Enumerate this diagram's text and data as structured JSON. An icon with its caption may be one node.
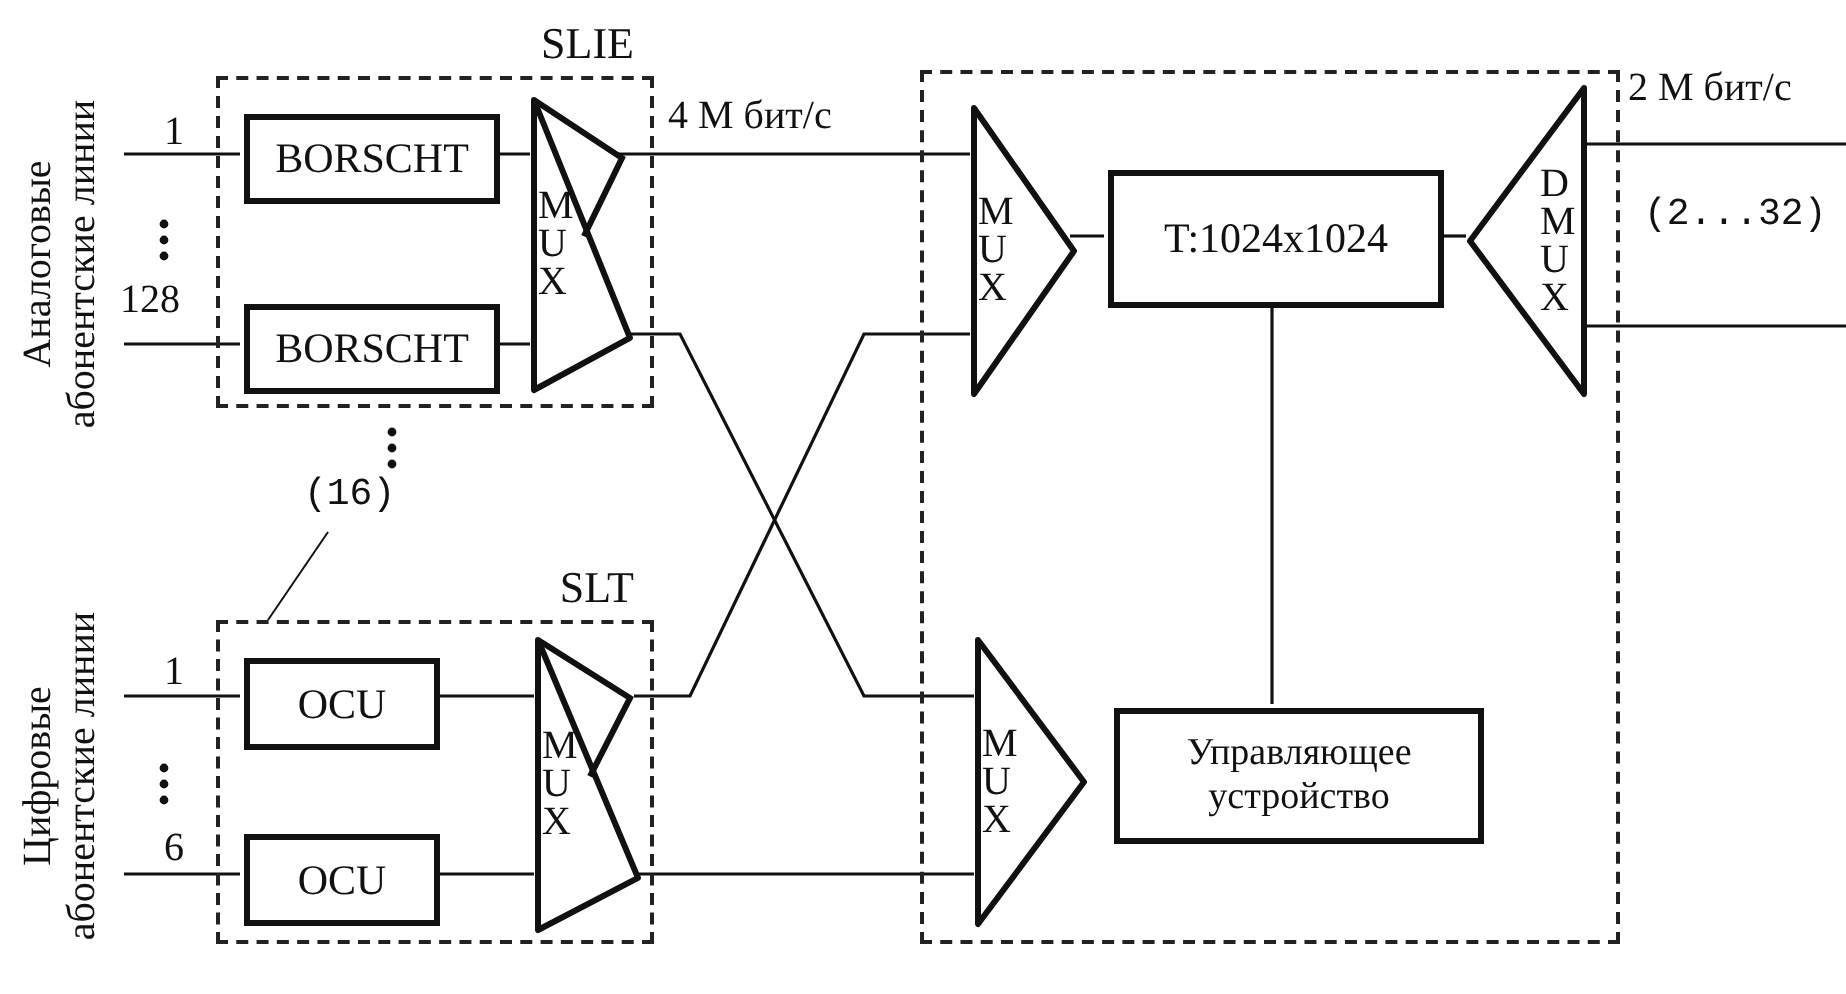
{
  "diagram": {
    "nodes": [
      {
        "text": [
          "SLIE"
        ]
      },
      {
        "text": [
          "BORSCHT"
        ],
        "in": 0
      },
      {
        "text": [
          "BORSCHT"
        ],
        "in": 0
      },
      {
        "text": [
          "MUX"
        ],
        "in": 0
      },
      {
        "text": [
          "SLT"
        ]
      },
      {
        "text": [
          "OCU"
        ],
        "in": 4
      },
      {
        "text": [
          "OCU"
        ],
        "in": 4
      },
      {
        "text": [
          "MUX"
        ],
        "in": 4
      },
      {
        "text": [],
        "shape": "box"
      },
      {
        "text": [
          "MUX"
        ],
        "in": 8
      },
      {
        "text": [
          "T:1024x1024"
        ],
        "in": 8
      },
      {
        "text": [
          "DMUX"
        ],
        "in": 8
      },
      {
        "text": [
          "MUX"
        ],
        "in": 8
      },
      {
        "text": [
          "Управляющее устройство"
        ],
        "in": 8
      },
      {
        "text": [
          "(16)"
        ]
      }
    ],
    "edges": [
      {
        "from": null,
        "to": 1,
        "arrow": "none"
      },
      {
        "from": null,
        "to": 2,
        "arrow": "none"
      },
      {
        "from": 1,
        "to": 3,
        "arrow": "none"
      },
      {
        "from": 2,
        "to": 3,
        "arrow": "none"
      },
      {
        "from": 3,
        "to": 9,
        "arrow": "none"
      },
      {
        "from": 3,
        "to": 12,
        "arrow": "none"
      },
      {
        "from": null,
        "to": 5,
        "arrow": "none"
      },
      {
        "from": null,
        "to": 6,
        "arrow": "none"
      },
      {
        "from": 5,
        "to": 7,
        "arrow": "none"
      },
      {
        "from": 6,
        "to": 7,
        "arrow": "none"
      },
      {
        "from": 7,
        "to": 9,
        "arrow": "none"
      },
      {
        "from": 7,
        "to": 12,
        "arrow": "none"
      },
      {
        "from": 9,
        "to": 10,
        "arrow": "none"
      },
      {
        "from": 10,
        "to": 11,
        "arrow": "none"
      },
      {
        "from": 11,
        "to": null,
        "arrow": "none"
      },
      {
        "from": 11,
        "to": null,
        "arrow": "none"
      },
      {
        "from": 10,
        "to": 13,
        "arrow": "none"
      },
      {
        "from": 14,
        "to": 4,
        "arrow": "none"
      }
    ],
    "labels": [
      "Аналоговые абонентские линии",
      "1",
      "4 М бит/с",
      "2 М бит/с",
      "(2...32)",
      "128",
      "Цифровые абонентские линии",
      "1",
      "6"
    ]
  }
}
